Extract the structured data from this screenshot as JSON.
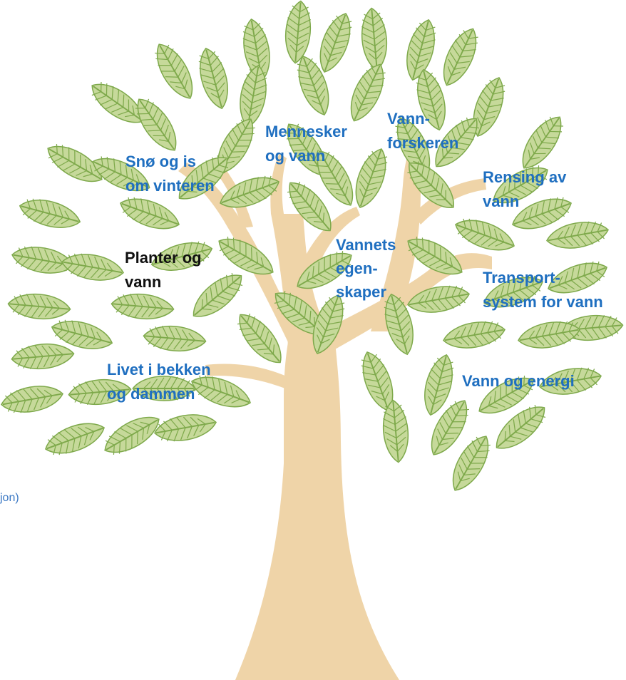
{
  "colors": {
    "leaf": "#c6d99a",
    "leaf_vein": "#7ea94b",
    "trunk": "#efd4a8",
    "link": "#1f6fc0",
    "active": "#111111"
  },
  "topics": [
    {
      "id": "sno-og-is",
      "label": "Snø og is\nom vinteren",
      "active": false
    },
    {
      "id": "mennesker",
      "label": "Mennesker\nog vann",
      "active": false
    },
    {
      "id": "vannforskeren",
      "label": "Vann-\nforskeren",
      "active": false
    },
    {
      "id": "rensing",
      "label": "Rensing av\nvann",
      "active": false
    },
    {
      "id": "planter",
      "label": "Planter og\nvann",
      "active": true
    },
    {
      "id": "vannets-egenskaper",
      "label": "Vannets\negen-\nskaper",
      "active": false
    },
    {
      "id": "transport",
      "label": "Transport-\nsystem for vann",
      "active": false
    },
    {
      "id": "livet-i-bekken",
      "label": "Livet i bekken\nog dammen",
      "active": false
    },
    {
      "id": "vann-og-energi",
      "label": "Vann og energi",
      "active": false
    }
  ],
  "fragment_text": "jon)"
}
